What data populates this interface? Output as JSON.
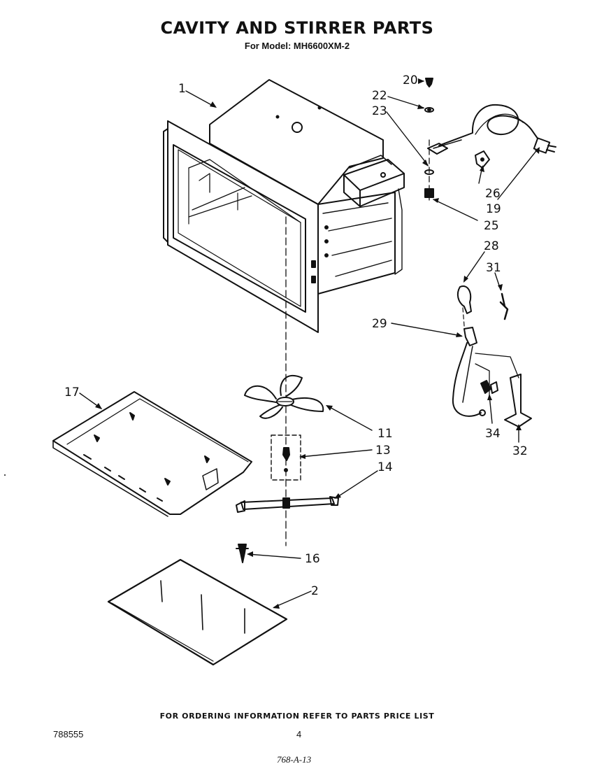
{
  "header": {
    "title": "CAVITY AND STIRRER PARTS",
    "subtitle": "For Model: MH6600XM-2"
  },
  "callouts": [
    "1",
    "20",
    "22",
    "23",
    "26",
    "19",
    "25",
    "28",
    "31",
    "29",
    "17",
    "11",
    "13",
    "14",
    "16",
    "2",
    "34",
    "32"
  ],
  "footer": {
    "ordering_note": "FOR ORDERING INFORMATION REFER TO PARTS PRICE LIST",
    "document_number": "788555",
    "page_number": "4",
    "handwritten_code": "768-A-13"
  },
  "colors": {
    "ink": "#111111",
    "paper": "#ffffff"
  }
}
